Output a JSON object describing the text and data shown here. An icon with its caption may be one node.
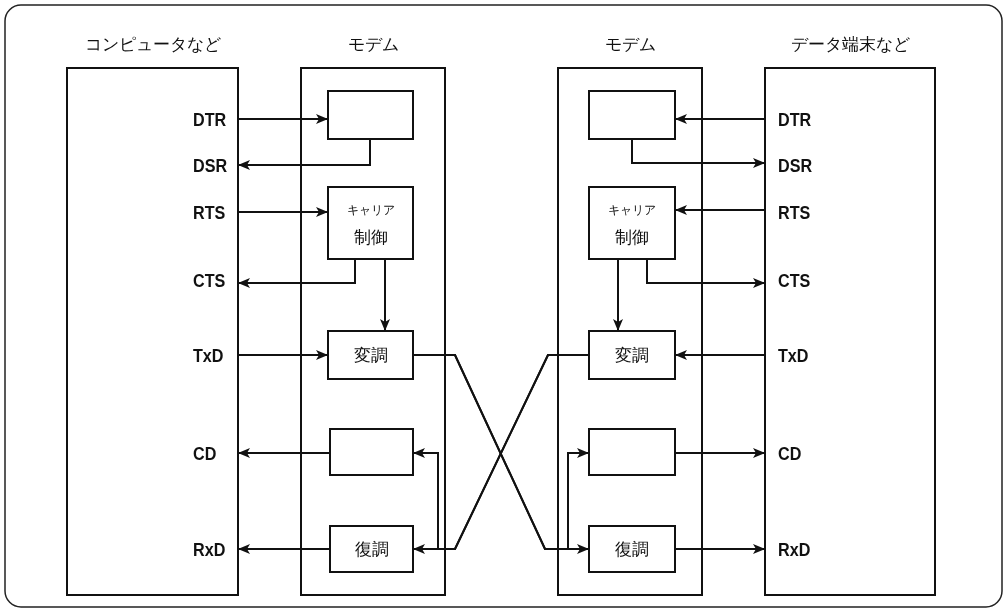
{
  "diagram": {
    "nodes": [
      {
        "text": [
          "コンピュータなど",
          "DTR",
          "DSR",
          "RTS",
          "CTS",
          "TxD",
          "CD",
          "RxD"
        ]
      },
      {
        "text": [
          "モデム"
        ]
      },
      {
        "text": [],
        "shape": "box",
        "in": 1
      },
      {
        "text": [
          "キャリア",
          "制御"
        ],
        "in": 1
      },
      {
        "text": [
          "変調"
        ],
        "in": 1
      },
      {
        "text": [],
        "shape": "box",
        "in": 1
      },
      {
        "text": [
          "復調"
        ],
        "in": 1
      },
      {
        "text": [
          "モデム"
        ]
      },
      {
        "text": [],
        "shape": "box",
        "in": 7
      },
      {
        "text": [
          "キャリア",
          "制御"
        ],
        "in": 7
      },
      {
        "text": [
          "変調"
        ],
        "in": 7
      },
      {
        "text": [],
        "shape": "box",
        "in": 7
      },
      {
        "text": [
          "復調"
        ],
        "in": 7
      },
      {
        "text": [
          "データ端末など",
          "DTR",
          "DSR",
          "RTS",
          "CTS",
          "TxD",
          "CD",
          "RxD"
        ]
      }
    ],
    "edges": [
      {
        "from": 0,
        "to": 2,
        "arrow": "to"
      },
      {
        "from": 2,
        "to": 0,
        "arrow": "to"
      },
      {
        "from": 0,
        "to": 3,
        "arrow": "to"
      },
      {
        "from": 3,
        "to": 0,
        "arrow": "to"
      },
      {
        "from": 3,
        "to": 4,
        "arrow": "to"
      },
      {
        "from": 0,
        "to": 4,
        "arrow": "to"
      },
      {
        "from": 5,
        "to": 0,
        "arrow": "to"
      },
      {
        "from": 6,
        "to": 0,
        "arrow": "to"
      },
      {
        "from": 4,
        "to": 12,
        "arrow": "to"
      },
      {
        "from": 4,
        "to": 11,
        "arrow": "to"
      },
      {
        "from": 10,
        "to": 6,
        "arrow": "to"
      },
      {
        "from": 10,
        "to": 5,
        "arrow": "to"
      },
      {
        "from": 13,
        "to": 8,
        "arrow": "to"
      },
      {
        "from": 8,
        "to": 13,
        "arrow": "to"
      },
      {
        "from": 13,
        "to": 9,
        "arrow": "to"
      },
      {
        "from": 9,
        "to": 13,
        "arrow": "to"
      },
      {
        "from": 9,
        "to": 10,
        "arrow": "to"
      },
      {
        "from": 13,
        "to": 10,
        "arrow": "to"
      },
      {
        "from": 11,
        "to": 13,
        "arrow": "to"
      },
      {
        "from": 12,
        "to": 13,
        "arrow": "to"
      }
    ]
  }
}
